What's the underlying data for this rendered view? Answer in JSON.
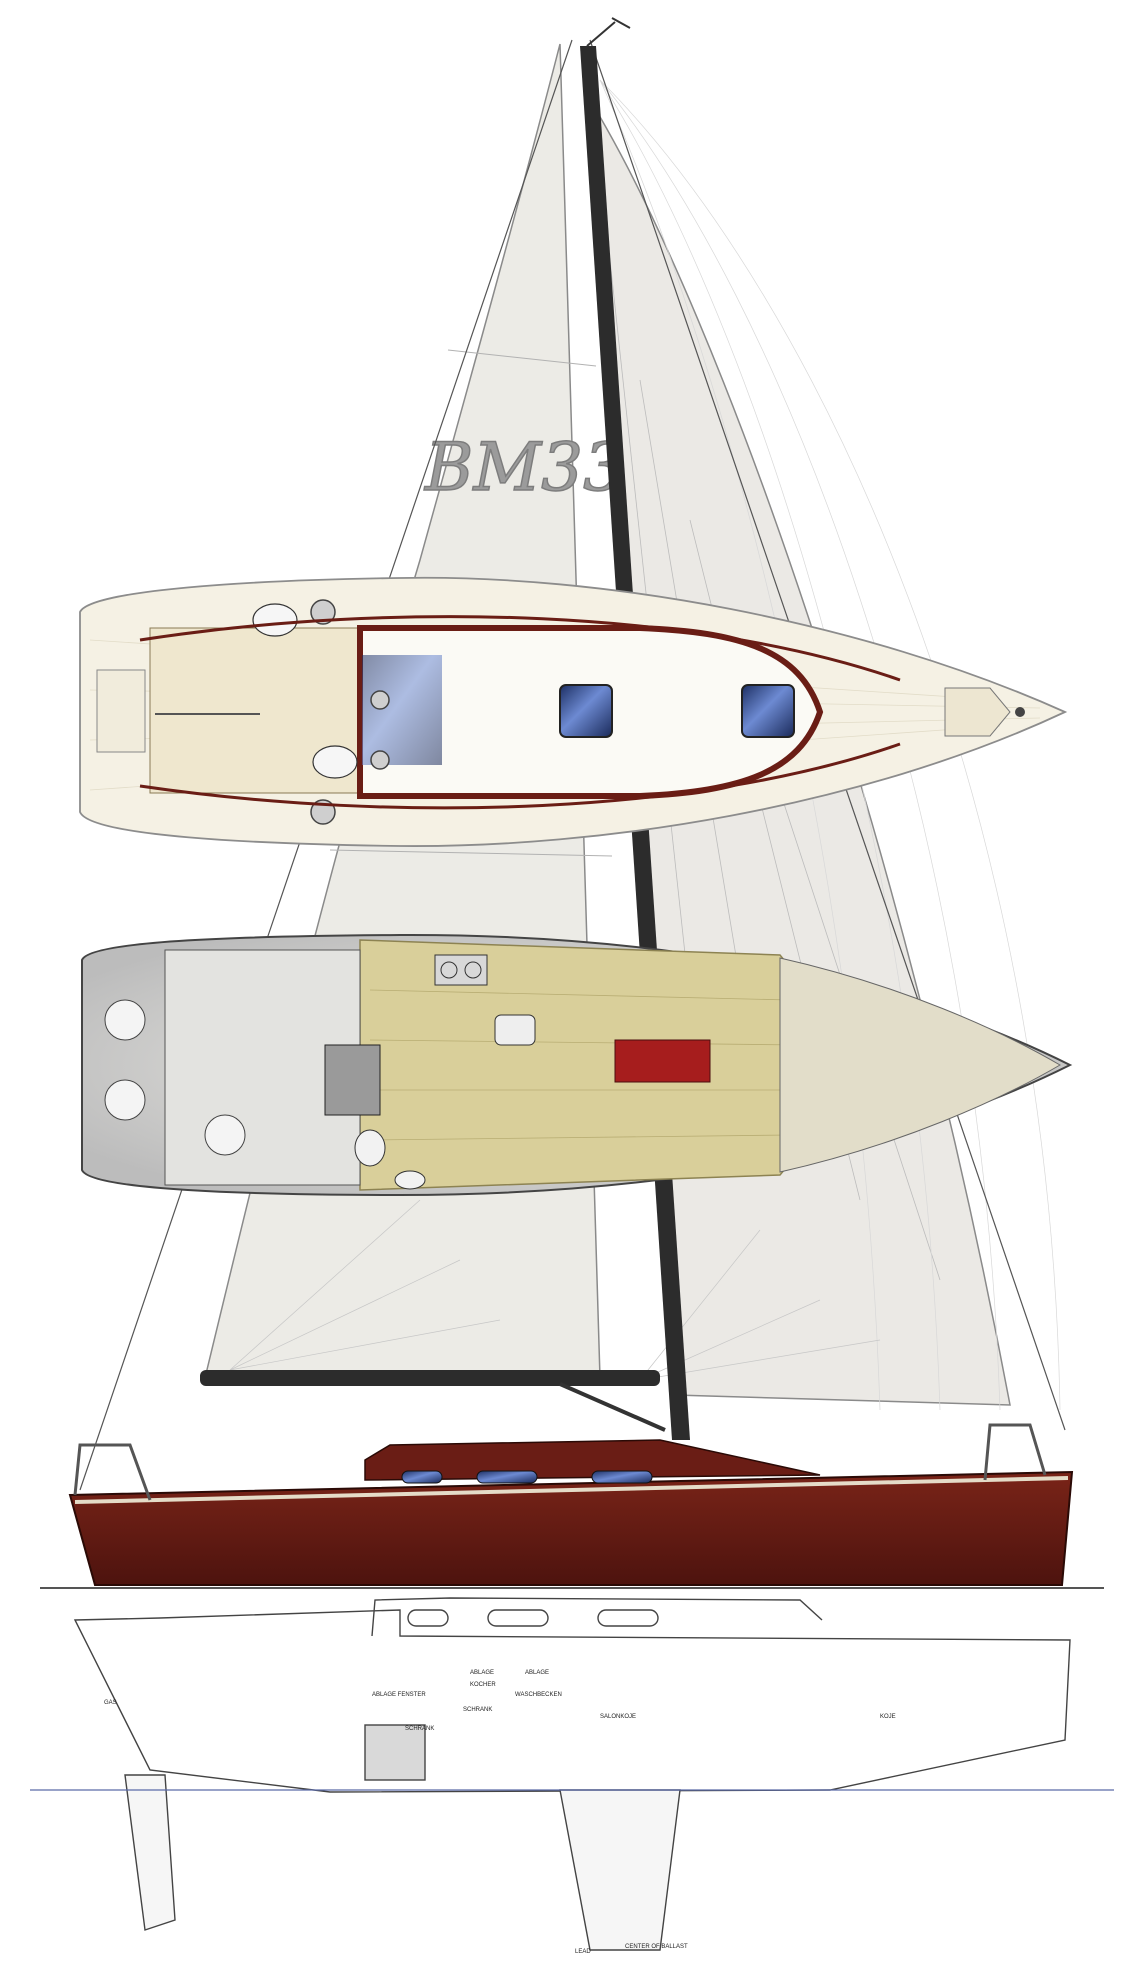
{
  "sail": {
    "label": "BM33"
  },
  "section_labels": [
    "ABLAGE",
    "KOCHER",
    "ABLAGE",
    "WASCHBECKEN",
    "SCHRANK",
    "SALONKOJE",
    "KOJE",
    "LEAD",
    "CENTER OF BALLAST",
    "GAS",
    "SCHRANK",
    "ABLAGE FENSTER"
  ],
  "colors": {
    "hull": "#5e1a14",
    "deck": "#f4efe0",
    "sail": "#ebe9e4",
    "mast": "#2c2c2c",
    "teak": "#d9cf9a",
    "cabin": "#6a1d15",
    "cushion": "#a61d1d",
    "hatch": "#233a72"
  },
  "icons": [
    "wind-vane-icon",
    "winch-icon",
    "steering-wheel-icon",
    "hatch-icon",
    "anchor-roller-icon",
    "engine-icon",
    "toilet-icon",
    "sink-icon",
    "stove-icon"
  ]
}
